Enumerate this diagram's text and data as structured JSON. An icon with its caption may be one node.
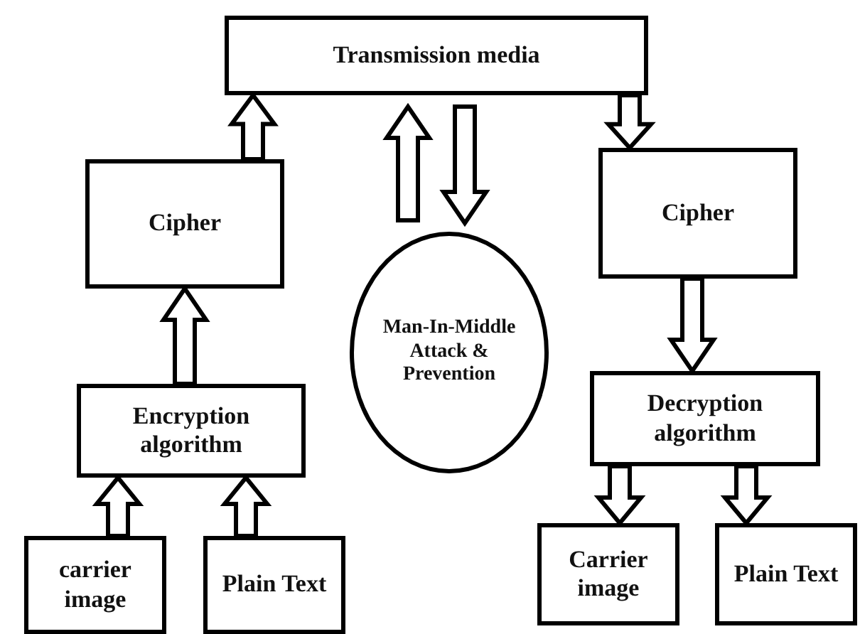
{
  "diagram": {
    "nodes": [
      {
        "text": [
          "Transmission media"
        ]
      },
      {
        "text": [
          "Cipher"
        ]
      },
      {
        "text": [
          "Encryption algorithm"
        ]
      },
      {
        "text": [
          "carrier image"
        ]
      },
      {
        "text": [
          "Plain Text"
        ]
      },
      {
        "text": [
          "Man-In-Middle Attack & Prevention"
        ]
      },
      {
        "text": [
          "Cipher"
        ]
      },
      {
        "text": [
          "Decryption algorithm"
        ]
      },
      {
        "text": [
          "Carrier image"
        ]
      },
      {
        "text": [
          "Plain Text"
        ]
      }
    ],
    "edges": [
      {
        "from": 1,
        "to": 0,
        "arrow": "to"
      },
      {
        "from": 5,
        "to": 0,
        "arrow": "to"
      },
      {
        "from": 0,
        "to": 5,
        "arrow": "to"
      },
      {
        "from": 0,
        "to": 6,
        "arrow": "to"
      },
      {
        "from": 2,
        "to": 1,
        "arrow": "to"
      },
      {
        "from": 6,
        "to": 7,
        "arrow": "to"
      },
      {
        "from": 3,
        "to": 2,
        "arrow": "to"
      },
      {
        "from": 4,
        "to": 2,
        "arrow": "to"
      },
      {
        "from": 7,
        "to": 8,
        "arrow": "to"
      },
      {
        "from": 7,
        "to": 9,
        "arrow": "to"
      }
    ]
  }
}
